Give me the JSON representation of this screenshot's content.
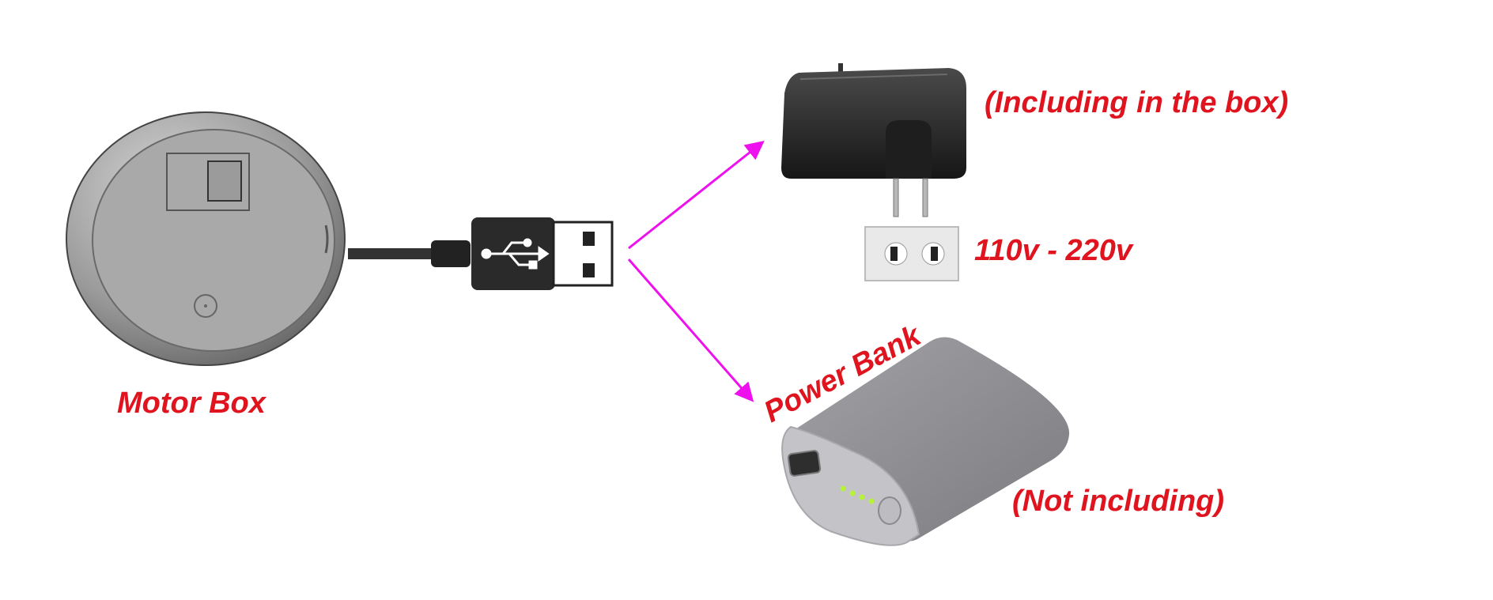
{
  "labels": {
    "motor_box": "Motor Box",
    "including": "(Including in the box)",
    "voltage": "110v - 220v",
    "power_bank": "Power Bank",
    "not_including": "(Not including)"
  },
  "colors": {
    "label": "#e0141e",
    "arrow": "#ee11ee",
    "adapter": "#2a2a2a",
    "bank_top": "#8c8c90",
    "bank_face": "#c4c4c8",
    "led": "#b6f23a"
  },
  "icons": [
    "usb-trident-icon"
  ]
}
